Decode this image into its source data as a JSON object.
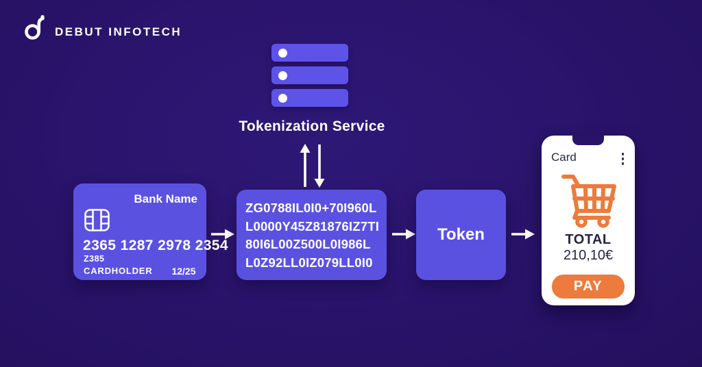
{
  "brand": {
    "name": "DEBUT INFOTECH"
  },
  "tokenization": {
    "label": "Tokenization Service"
  },
  "card": {
    "bank_name": "Bank Name",
    "number": "2365 1287 2978 2354",
    "code": "Z385",
    "holder_label": "CARDHOLDER",
    "expiry": "12/25"
  },
  "token_string": {
    "lines": [
      "ZG0788IL0I0+70I960L",
      "L0000Y45Z81876IZ7TI",
      "80I6L00Z500L0I986L",
      "L0Z92LL0IZ079LL0I0"
    ]
  },
  "token_box": {
    "label": "Token"
  },
  "phone": {
    "header": "Card",
    "total_label": "TOTAL",
    "total_amount": "210,10€",
    "pay_label": "PAY"
  },
  "colors": {
    "background": "#29136a",
    "box_purple": "#5b51e1",
    "server_purple": "#5d53e8",
    "accent_orange": "#ec7b3d",
    "phone_text_navy": "#232645",
    "white": "#ffffff"
  }
}
